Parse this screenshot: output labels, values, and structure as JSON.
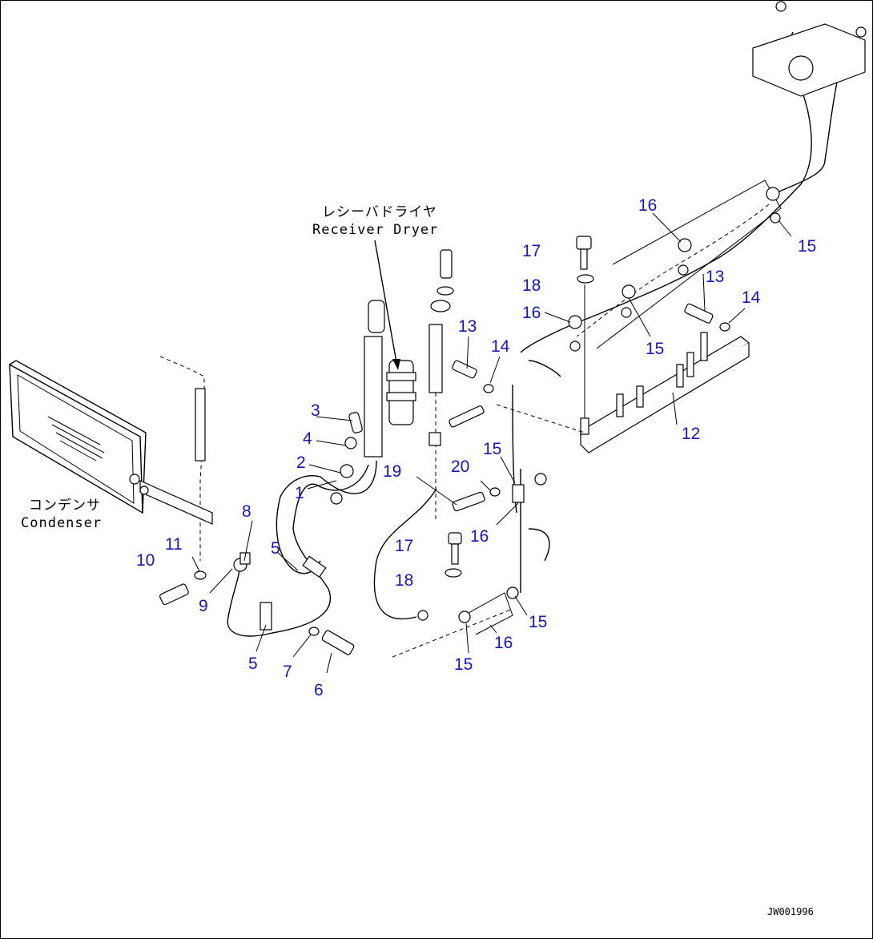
{
  "callouts": [
    {
      "id": "c1",
      "text": "1"
    },
    {
      "id": "c2",
      "text": "2"
    },
    {
      "id": "c3",
      "text": "3"
    },
    {
      "id": "c4",
      "text": "4"
    },
    {
      "id": "c5a",
      "text": "5"
    },
    {
      "id": "c5b",
      "text": "5"
    },
    {
      "id": "c6",
      "text": "6"
    },
    {
      "id": "c7",
      "text": "7"
    },
    {
      "id": "c8",
      "text": "8"
    },
    {
      "id": "c9",
      "text": "9"
    },
    {
      "id": "c10",
      "text": "10"
    },
    {
      "id": "c11",
      "text": "11"
    },
    {
      "id": "c12",
      "text": "12"
    },
    {
      "id": "c13a",
      "text": "13"
    },
    {
      "id": "c13b",
      "text": "13"
    },
    {
      "id": "c14a",
      "text": "14"
    },
    {
      "id": "c14b",
      "text": "14"
    },
    {
      "id": "c15a",
      "text": "15"
    },
    {
      "id": "c15b",
      "text": "15"
    },
    {
      "id": "c15c",
      "text": "15"
    },
    {
      "id": "c15d",
      "text": "15"
    },
    {
      "id": "c15e",
      "text": "15"
    },
    {
      "id": "c16a",
      "text": "16"
    },
    {
      "id": "c16b",
      "text": "16"
    },
    {
      "id": "c16c",
      "text": "16"
    },
    {
      "id": "c16d",
      "text": "16"
    },
    {
      "id": "c17a",
      "text": "17"
    },
    {
      "id": "c17b",
      "text": "17"
    },
    {
      "id": "c18a",
      "text": "18"
    },
    {
      "id": "c18b",
      "text": "18"
    },
    {
      "id": "c19",
      "text": "19"
    },
    {
      "id": "c20",
      "text": "20"
    }
  ],
  "labels": {
    "receiver_jp": "レシーバドライヤ",
    "receiver_en": "Receiver Dryer",
    "condenser_jp": "コンデンサ",
    "condenser_en": "Condenser"
  },
  "drawing_code": "JW001996"
}
